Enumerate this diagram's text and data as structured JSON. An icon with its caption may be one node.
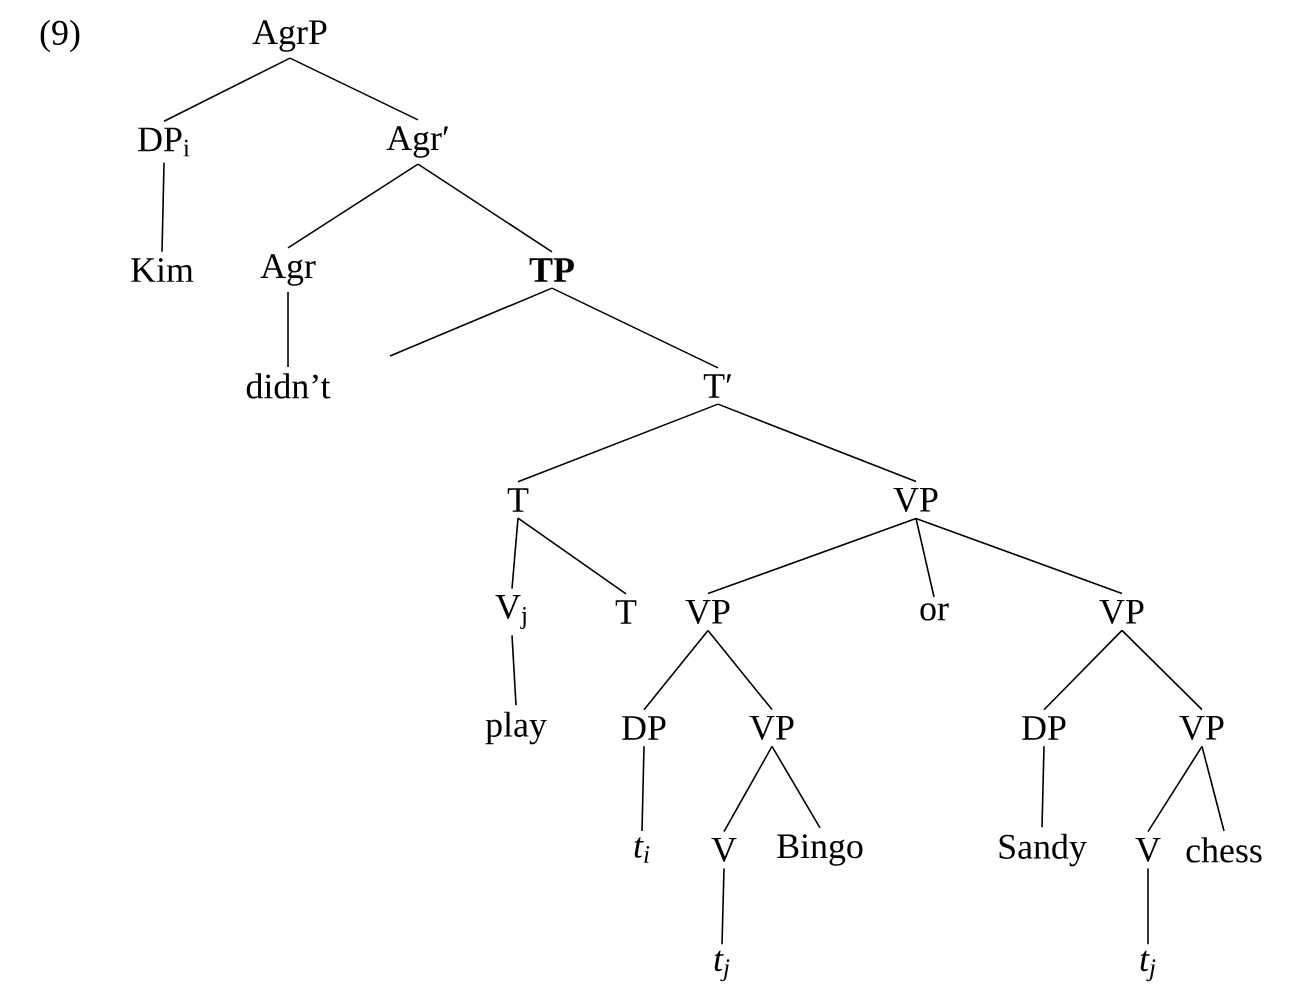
{
  "diagram": {
    "nodes": [
      {
        "text": [
          "AgrP"
        ]
      },
      {
        "text": [
          "DP$_{i}$"
        ]
      },
      {
        "text": [
          "Agr′"
        ]
      },
      {
        "text": [
          "Kim"
        ]
      },
      {
        "text": [
          "Agr"
        ]
      },
      {
        "text": [
          "TP"
        ]
      },
      {
        "text": [
          "didn’t"
        ]
      },
      {
        "text": [
          "T′"
        ]
      },
      {
        "text": [
          "T"
        ]
      },
      {
        "text": [
          "VP"
        ]
      },
      {
        "text": [
          "V$_{j}$"
        ]
      },
      {
        "text": [
          "T"
        ]
      },
      {
        "text": [
          "VP"
        ]
      },
      {
        "text": [
          "or"
        ]
      },
      {
        "text": [
          "VP"
        ]
      },
      {
        "text": [
          "play"
        ]
      },
      {
        "text": [
          "DP"
        ]
      },
      {
        "text": [
          "VP"
        ]
      },
      {
        "text": [
          "DP"
        ]
      },
      {
        "text": [
          "VP"
        ]
      },
      {
        "text": [
          "t$_{i}$"
        ]
      },
      {
        "text": [
          "V"
        ]
      },
      {
        "text": [
          "Bingo"
        ]
      },
      {
        "text": [
          "Sandy"
        ]
      },
      {
        "text": [
          "V"
        ]
      },
      {
        "text": [
          "chess"
        ]
      },
      {
        "text": [
          "t$_{j}$"
        ]
      },
      {
        "text": [
          "t$_{j}$"
        ]
      }
    ],
    "edges": [
      {
        "from": 0,
        "to": 1,
        "arrow": "none"
      },
      {
        "from": 0,
        "to": 2,
        "arrow": "none"
      },
      {
        "from": 1,
        "to": 3,
        "arrow": "none"
      },
      {
        "from": 2,
        "to": 4,
        "arrow": "none"
      },
      {
        "from": 2,
        "to": 5,
        "arrow": "none"
      },
      {
        "from": 4,
        "to": 6,
        "arrow": "none"
      },
      {
        "from": 5,
        "to": null,
        "arrow": "none"
      },
      {
        "from": 5,
        "to": 7,
        "arrow": "none"
      },
      {
        "from": 7,
        "to": 8,
        "arrow": "none"
      },
      {
        "from": 7,
        "to": 9,
        "arrow": "none"
      },
      {
        "from": 8,
        "to": 10,
        "arrow": "none"
      },
      {
        "from": 8,
        "to": 11,
        "arrow": "none"
      },
      {
        "from": 9,
        "to": 12,
        "arrow": "none"
      },
      {
        "from": 9,
        "to": 13,
        "arrow": "none"
      },
      {
        "from": 9,
        "to": 14,
        "arrow": "none"
      },
      {
        "from": 10,
        "to": 15,
        "arrow": "none"
      },
      {
        "from": 12,
        "to": 16,
        "arrow": "none"
      },
      {
        "from": 12,
        "to": 17,
        "arrow": "none"
      },
      {
        "from": 14,
        "to": 18,
        "arrow": "none"
      },
      {
        "from": 14,
        "to": 19,
        "arrow": "none"
      },
      {
        "from": 16,
        "to": 20,
        "arrow": "none"
      },
      {
        "from": 17,
        "to": 21,
        "arrow": "none"
      },
      {
        "from": 17,
        "to": 22,
        "arrow": "none"
      },
      {
        "from": 18,
        "to": 23,
        "arrow": "none"
      },
      {
        "from": 19,
        "to": 24,
        "arrow": "none"
      },
      {
        "from": 19,
        "to": 25,
        "arrow": "none"
      },
      {
        "from": 21,
        "to": 26,
        "arrow": "none"
      },
      {
        "from": 24,
        "to": 27,
        "arrow": "none"
      }
    ],
    "labels": [
      "(9)"
    ]
  }
}
